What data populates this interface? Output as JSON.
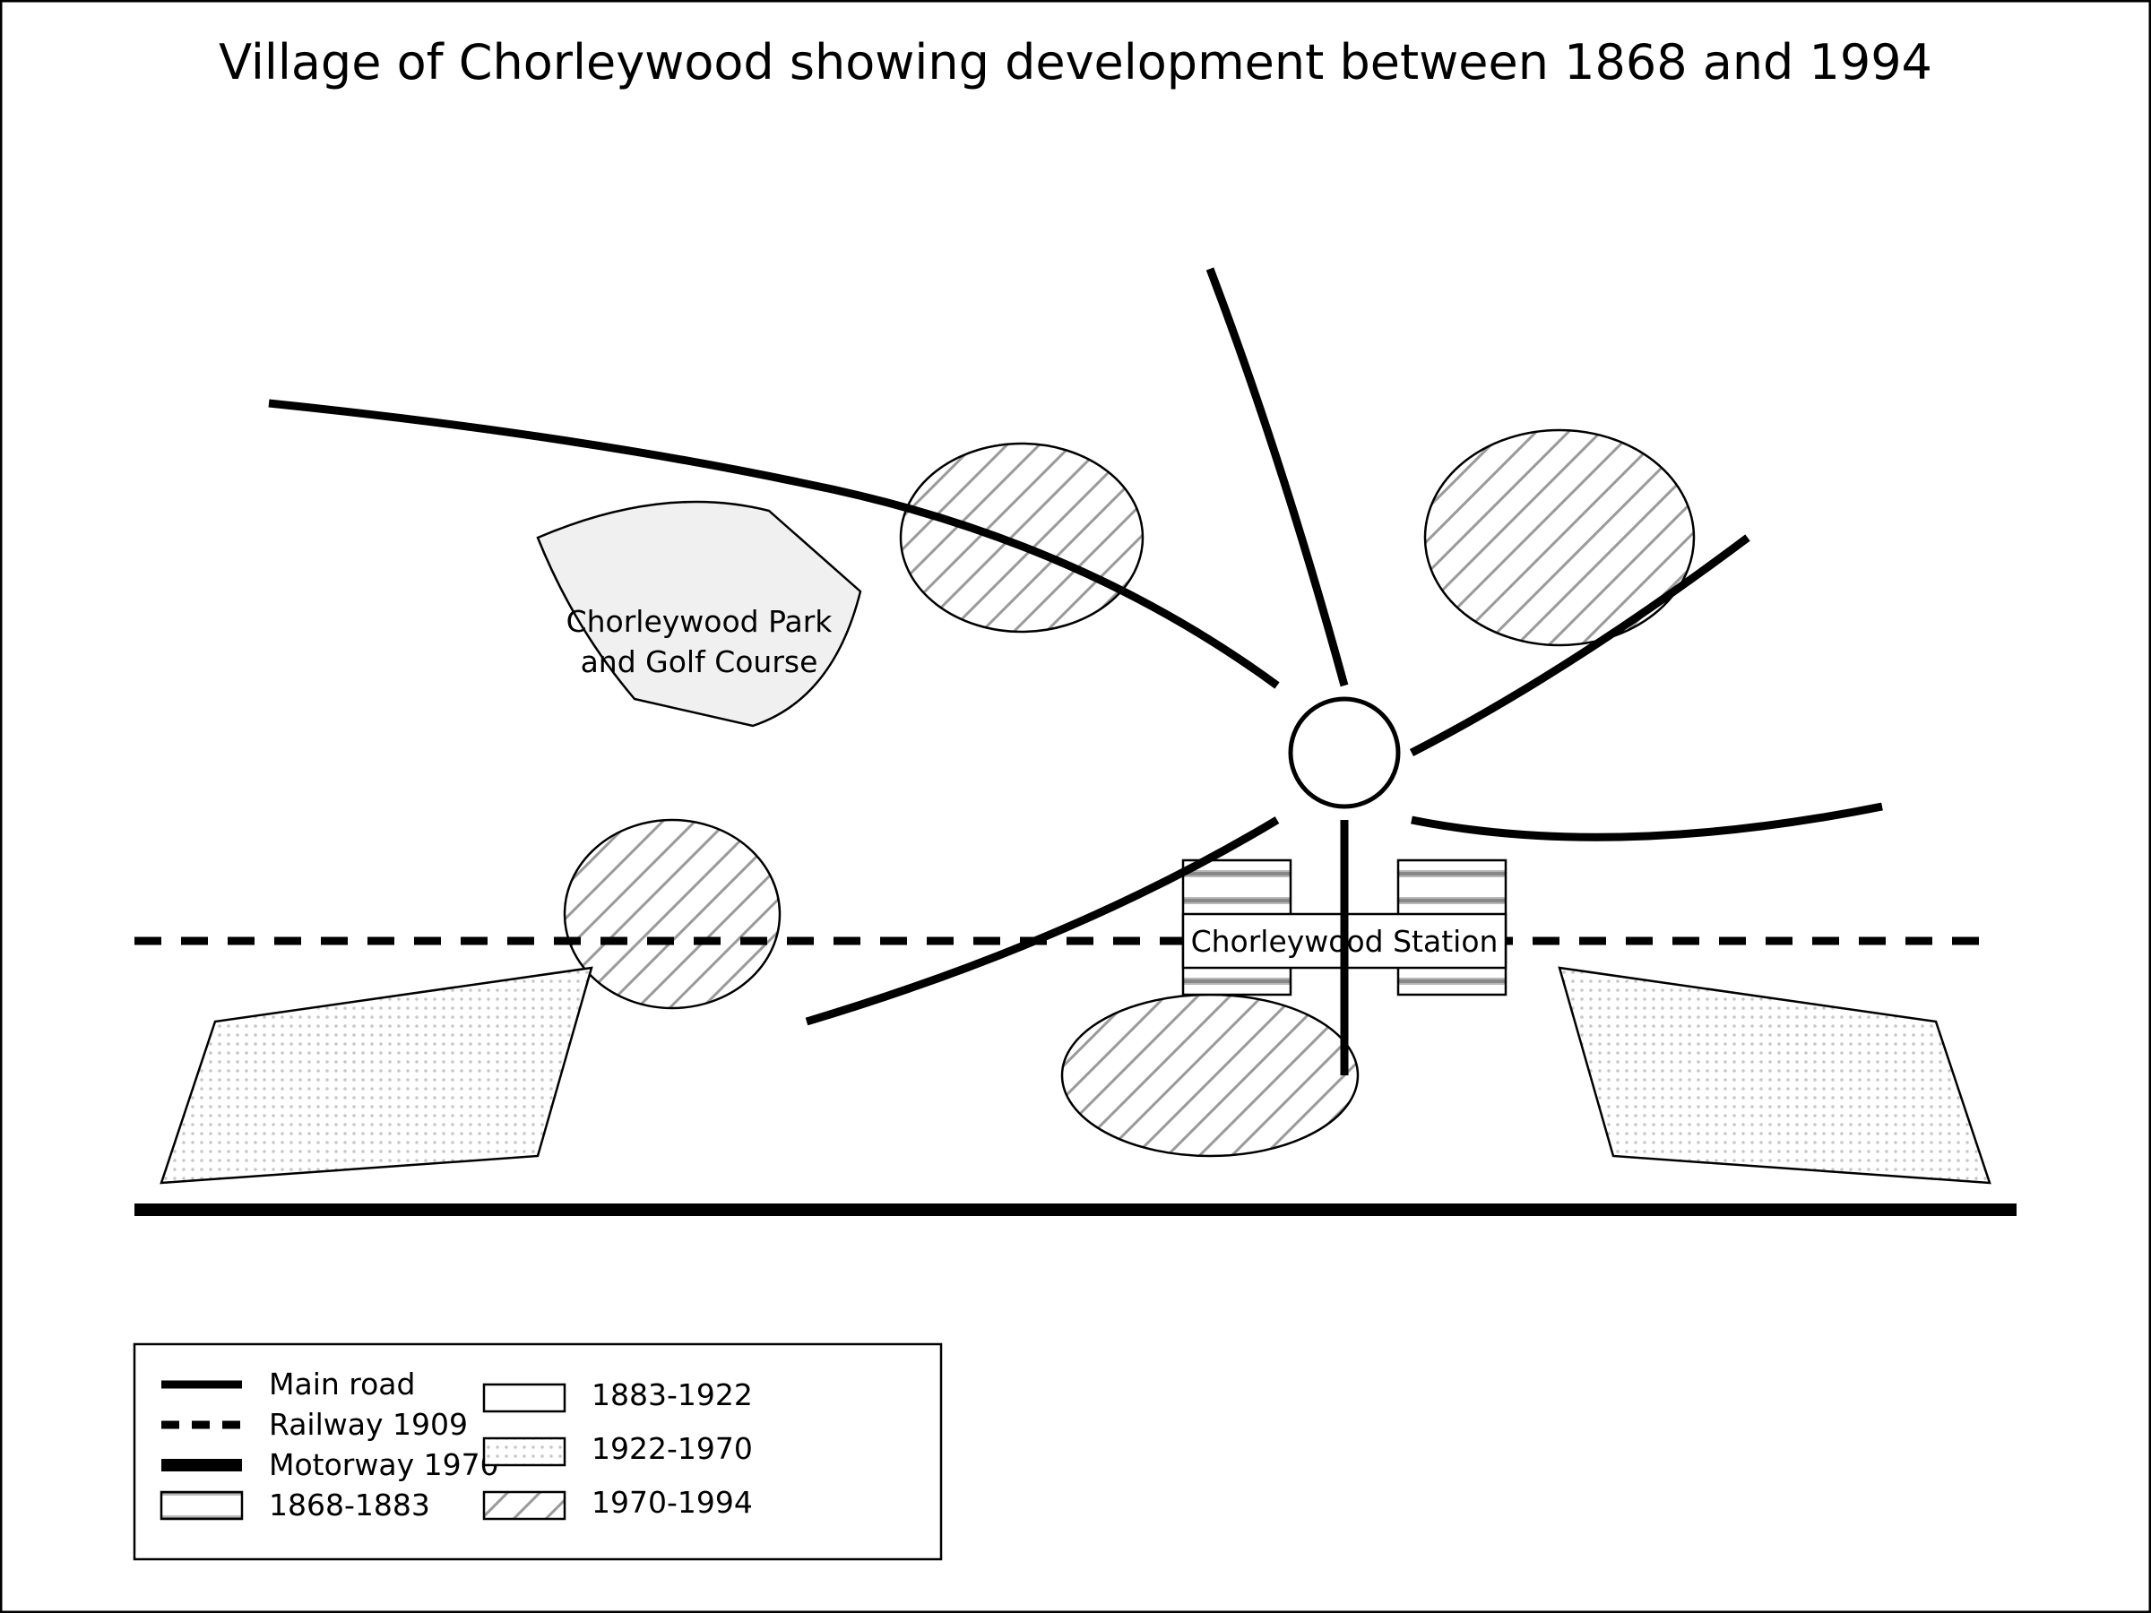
{
  "title": "Village of Chorleywood showing development between 1868 and 1994",
  "labels": {
    "park_line1": "Chorleywood Park",
    "park_line2": "and Golf Course",
    "station": "Chorleywood Station"
  },
  "legend": {
    "main_road": "Main road",
    "railway": "Railway 1909",
    "motorway": "Motorway 1970",
    "period_1868": "1868-1883",
    "period_1883": "1883-1922",
    "period_1922": "1922-1970",
    "period_1970": "1970-1994"
  },
  "colors": {
    "line": "#000000",
    "park_fill": "#f0f0f0",
    "hatch": "#9a9a9a",
    "dots": "#c8c8c8",
    "background": "#ffffff"
  }
}
